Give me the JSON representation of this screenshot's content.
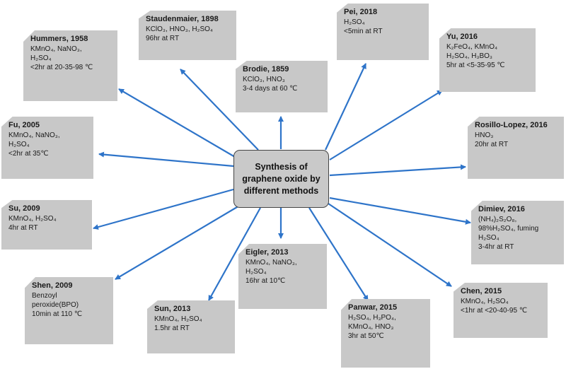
{
  "center": {
    "lines": [
      "Synthesis of",
      "graphene oxide by",
      "different methods"
    ]
  },
  "colors": {
    "arrow": "#2e74c9",
    "box": "#c8c8c8",
    "center": "#c9c9c9",
    "center_border": "#444444"
  },
  "methods": [
    {
      "id": "hummers-1958",
      "title": "Hummers, 1958",
      "lines": [
        "KMnO₄, NaNO₃,",
        "H₂SO₄",
        "<2hr at 20-35-98 ℃"
      ]
    },
    {
      "id": "staudenmaier-1898",
      "title": "Staudenmaier, 1898",
      "lines": [
        "KClO₃, HNO₃, H₂SO₄",
        "96hr at RT"
      ]
    },
    {
      "id": "brodie-1859",
      "title": "Brodie, 1859",
      "lines": [
        "KClO₃, HNO₃",
        "3-4 days at 60 ℃"
      ]
    },
    {
      "id": "pei-2018",
      "title": "Pei, 2018",
      "lines": [
        "H₂SO₄",
        "<5min at RT"
      ]
    },
    {
      "id": "yu-2016",
      "title": "Yu, 2016",
      "lines": [
        "K₂FeO₄, KMnO₄",
        "H₂SO₄, H₃BO₃",
        "5hr at <5-35-95 ℃"
      ]
    },
    {
      "id": "fu-2005",
      "title": "Fu, 2005",
      "lines": [
        "KMnO₄, NaNO₃,",
        "H₂SO₄",
        "<2hr at 35℃"
      ]
    },
    {
      "id": "rosillo-lopez-2016",
      "title": "Rosillo-Lopez, 2016",
      "lines": [
        "HNO₃",
        "20hr at RT"
      ]
    },
    {
      "id": "su-2009",
      "title": "Su, 2009",
      "lines": [
        "KMnO₄, H₂SO₄",
        "4hr at RT"
      ]
    },
    {
      "id": "dimiev-2016",
      "title": "Dimiev, 2016",
      "lines": [
        "(NH₄)₂S₂O₈,",
        "98%H₂SO₄, fuming",
        "H₂SO₄",
        "3-4hr at RT"
      ]
    },
    {
      "id": "eigler-2013",
      "title": "Eigler, 2013",
      "lines": [
        "KMnO₄, NaNO₃,",
        "H₂SO₄",
        "16hr at 10℃"
      ]
    },
    {
      "id": "shen-2009",
      "title": "Shen, 2009",
      "lines": [
        "Benzoyl",
        "peroxide(BPO)",
        "10min at 110 ℃"
      ]
    },
    {
      "id": "sun-2013",
      "title": "Sun, 2013",
      "lines": [
        "KMnO₄, H₂SO₄",
        "1.5hr at RT"
      ]
    },
    {
      "id": "panwar-2015",
      "title": "Panwar, 2015",
      "lines": [
        "H₂SO₄, H₃PO₄,",
        "KMnO₄, HNO₃",
        "3hr at 50℃"
      ]
    },
    {
      "id": "chen-2015",
      "title": "Chen, 2015",
      "lines": [
        "KMnO₄, H₂SO₄",
        "<1hr at <20-40-95 ℃"
      ]
    }
  ]
}
